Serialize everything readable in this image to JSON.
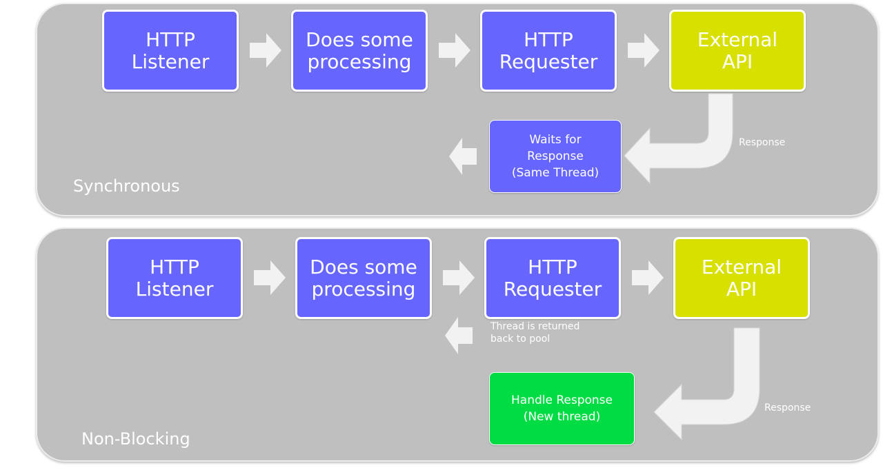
{
  "colors": {
    "panel": "#bfbfbf",
    "process": "#6666ff",
    "external": "#d8e000",
    "handle": "#00dd44",
    "arrow": "#f2f2f2"
  },
  "synchronous": {
    "title": "Synchronous",
    "steps": {
      "listener": "HTTP\nListener",
      "processing": "Does some\nprocessing",
      "requester": "HTTP\nRequester",
      "external": "External\nAPI"
    },
    "waits": "Waits for\nResponse\n(Same Thread)",
    "response_label": "Response"
  },
  "non_blocking": {
    "title": "Non-Blocking",
    "steps": {
      "listener": "HTTP\nListener",
      "processing": "Does some\nprocessing",
      "requester": "HTTP\nRequester",
      "external": "External\nAPI"
    },
    "thread_returned": "Thread is returned\nback to pool",
    "handle": "Handle Response\n(New thread)",
    "response_label": "Response"
  }
}
